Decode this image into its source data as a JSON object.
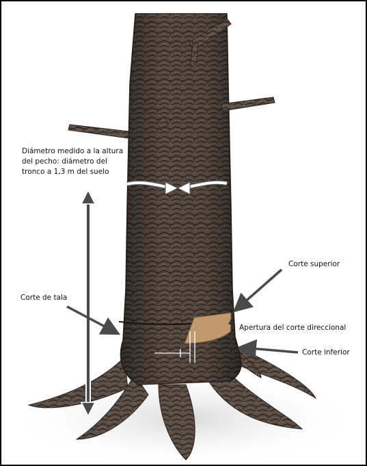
{
  "labels": {
    "dbh_line1": "Diámetro medido a la altura",
    "dbh_line2": "del pecho: diámetro del",
    "dbh_line3": "tronco a 1,3 m del suelo",
    "felling_cut": "Corte de tala",
    "top_cut": "Corte superior",
    "notch_opening": "Apertura del corte direccional",
    "bottom_cut": "Corte inferior"
  },
  "colors": {
    "bark_dark": "#2e2620",
    "bark_mid": "#5c5047",
    "bark_light": "#8a7d72",
    "arrow": "#4a4a4a",
    "cut_face": "#c09a6e",
    "background": "#ffffff"
  },
  "icons": {
    "dbh_arrow": "vertical-double-arrow",
    "girth_arrows": "white-converging-arrows"
  }
}
